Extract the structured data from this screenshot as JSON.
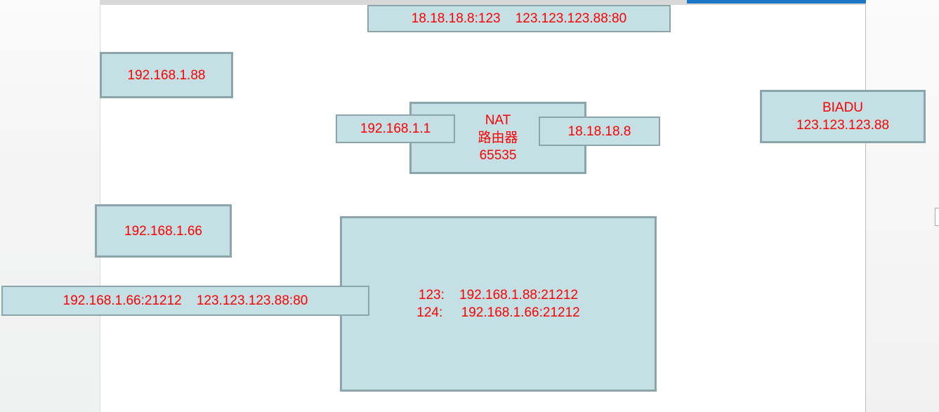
{
  "colors": {
    "box_fill": "#c4e0e4",
    "box_border": "#8ba6ab",
    "text_red": "#ff0000",
    "accent_blue": "#1b76c5",
    "top_strip": "#d9d9d9",
    "canvas_bg": "#ffffff"
  },
  "diagram": {
    "top_packet_label": "18.18.18.8:123    123.123.123.88:80",
    "lan_host_88": "192.168.1.88",
    "lan_host_66": "192.168.1.66",
    "nat_router": {
      "line1": "NAT",
      "line2": "路由器",
      "line3": "65535"
    },
    "nat_lan_ip": "192.168.1.1",
    "nat_wan_ip": "18.18.18.8",
    "server": {
      "line1": "BIADU",
      "line2": "123.123.123.88"
    },
    "bottom_packet_label": "192.168.1.66:21212    123.123.123.88:80",
    "nat_table": {
      "row1": "123:    192.168.1.88:21212",
      "row2": "124:     192.168.1.66:21212"
    }
  }
}
